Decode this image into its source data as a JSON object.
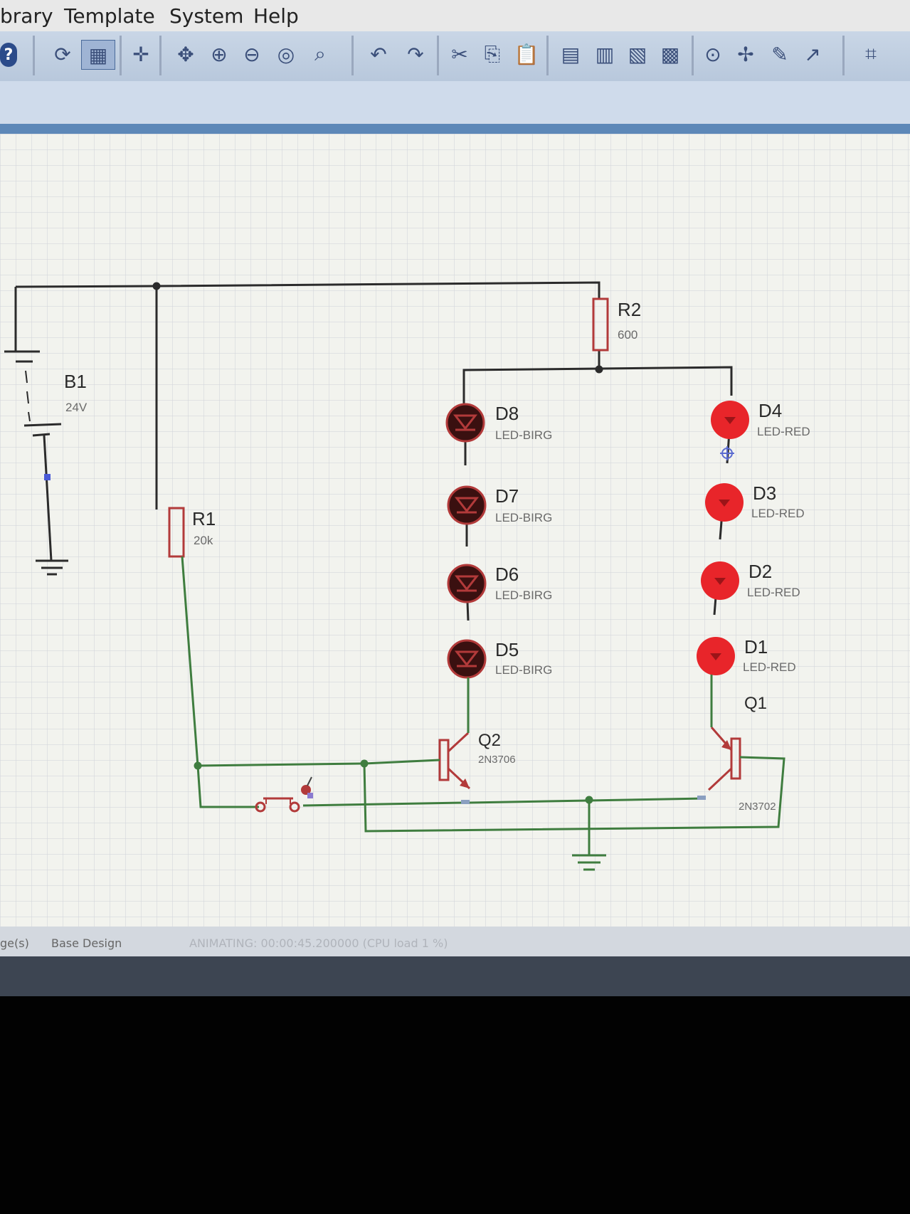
{
  "menu": {
    "items": [
      "brary",
      "Template",
      "System",
      "Help"
    ]
  },
  "toolbar": {
    "icons": [
      "help-icon",
      "refresh-icon",
      "grid-icon",
      "origin-icon",
      "pan-icon",
      "zoom-in-icon",
      "zoom-out-icon",
      "zoom-all-icon",
      "zoom-area-icon",
      "undo-icon",
      "redo-icon",
      "cut-icon",
      "copy-icon",
      "paste-icon",
      "block-copy-icon",
      "block-move-icon",
      "block-rotate-icon",
      "block-delete-icon",
      "pick-device-icon",
      "make-device-icon",
      "package-tool-icon",
      "decompose-icon",
      "wire-autorouter-icon"
    ]
  },
  "schematic": {
    "components": {
      "B1": {
        "ref": "B1",
        "value": "24V"
      },
      "R1": {
        "ref": "R1",
        "value": "20k"
      },
      "R2": {
        "ref": "R2",
        "value": "600"
      },
      "D8": {
        "ref": "D8",
        "value": "LED-BIRG"
      },
      "D7": {
        "ref": "D7",
        "value": "LED-BIRG"
      },
      "D6": {
        "ref": "D6",
        "value": "LED-BIRG"
      },
      "D5": {
        "ref": "D5",
        "value": "LED-BIRG"
      },
      "D4": {
        "ref": "D4",
        "value": "LED-RED"
      },
      "D3": {
        "ref": "D3",
        "value": "LED-RED"
      },
      "D2": {
        "ref": "D2",
        "value": "LED-RED"
      },
      "D1": {
        "ref": "D1",
        "value": "LED-RED"
      },
      "Q2": {
        "ref": "Q2",
        "value": "2N3706"
      },
      "Q1": {
        "ref": "Q1",
        "value": "2N3702"
      }
    },
    "colors": {
      "wire_high": "#2b2b2b",
      "wire_low": "#3f7d3f",
      "led_on": "#e8252a",
      "led_off": "#3a1010",
      "part_outline": "#b23a3a",
      "grid": "#c9ccd2"
    }
  },
  "status": {
    "left": "ge(s)",
    "design": "Base Design",
    "sim": "ANIMATING: 00:00:45.200000 (CPU load 1 %)"
  }
}
